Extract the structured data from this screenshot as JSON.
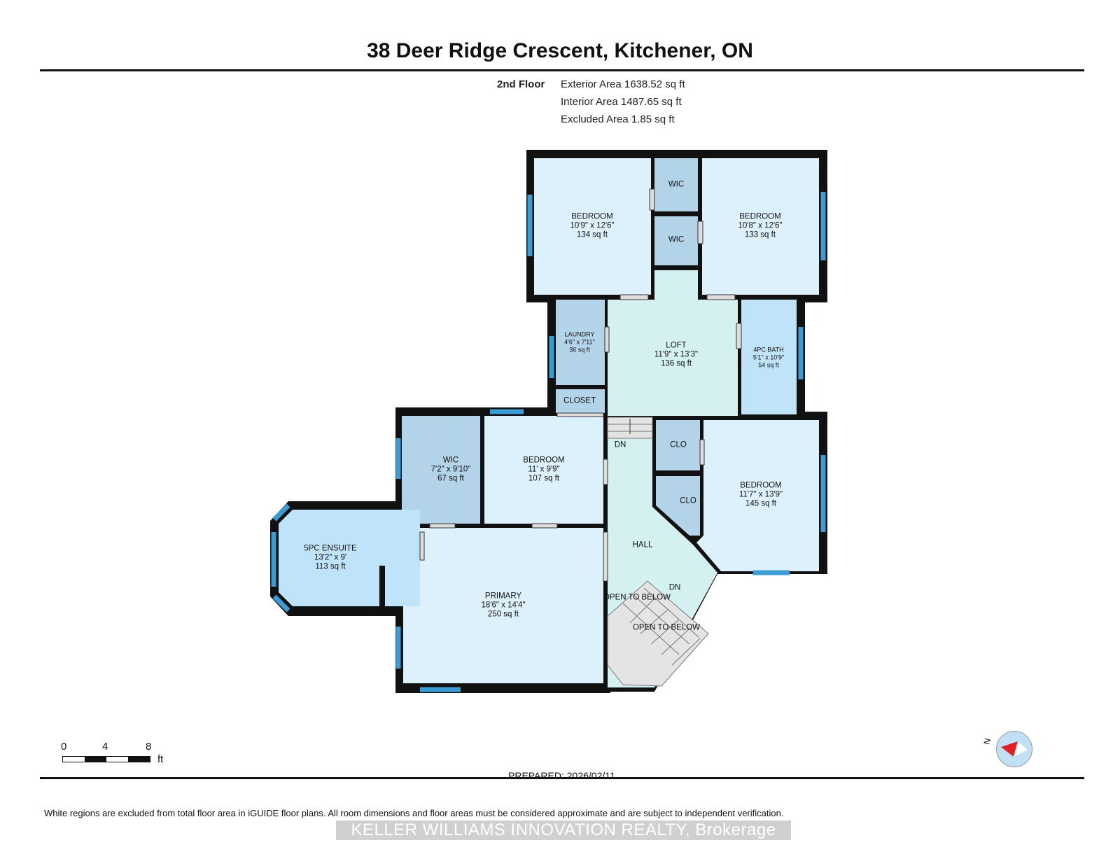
{
  "title": "38 Deer Ridge Crescent, Kitchener, ON",
  "floor": {
    "name": "2nd Floor",
    "exterior_area": "Exterior Area 1638.52 sq ft",
    "interior_area": "Interior Area 1487.65 sq ft",
    "excluded_area": "Excluded Area 1.85 sq ft"
  },
  "rooms": [
    {
      "name": "BEDROOM",
      "dims": "10'9\" x 12'6\"",
      "area": "134 sq ft"
    },
    {
      "name": "WIC"
    },
    {
      "name": "WIC"
    },
    {
      "name": "BEDROOM",
      "dims": "10'8\" x 12'6\"",
      "area": "133 sq ft"
    },
    {
      "name": "LAUNDRY",
      "dims": "4'6\" x 7'11\"",
      "area": "36 sq ft"
    },
    {
      "name": "LOFT",
      "dims": "11'9\" x 13'3\"",
      "area": "136 sq ft"
    },
    {
      "name": "4PC BATH",
      "dims": "5'1\" x 10'9\"",
      "area": "54 sq ft"
    },
    {
      "name": "CLOSET"
    },
    {
      "name": "WIC",
      "dims": "7'2\" x 9'10\"",
      "area": "67 sq ft"
    },
    {
      "name": "BEDROOM",
      "dims": "11' x 9'9\"",
      "area": "107 sq ft"
    },
    {
      "name": "CLO"
    },
    {
      "name": "CLO"
    },
    {
      "name": "BEDROOM",
      "dims": "11'7\" x 13'9\"",
      "area": "145 sq ft"
    },
    {
      "name": "5PC ENSUITE",
      "dims": "13'2\" x 9'",
      "area": "113 sq ft"
    },
    {
      "name": "HALL"
    },
    {
      "name": "PRIMARY",
      "dims": "18'6\" x 14'4\"",
      "area": "250 sq ft"
    }
  ],
  "annotations": {
    "dn": "DN",
    "open_to_below": "OPEN TO BELOW"
  },
  "scale": {
    "ticks": [
      "0",
      "4",
      "8"
    ],
    "unit": "ft"
  },
  "compass": {
    "label": "N",
    "needle_color": "#e02020"
  },
  "prepared": "PREPARED: 2026/02/11",
  "disclaimer": "White regions are excluded from total floor area in iGUIDE floor plans. All room dimensions and floor areas must be considered approximate and are subject to independent verification.",
  "watermark": "KELLER WILLIAMS INNOVATION REALTY, Brokerage",
  "colors": {
    "wall": "#111111",
    "room_light": "#dcf1fb",
    "room_mid": "#b3d3e8",
    "room_bath": "#bfe3f8",
    "loft": "#d5f0f0",
    "window": "#3a9bd5"
  }
}
